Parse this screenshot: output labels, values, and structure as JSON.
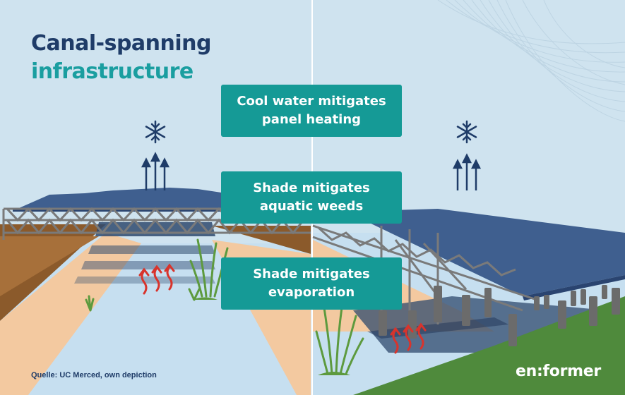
{
  "title": {
    "line1": "Canal-spanning",
    "line2": "infrastructure"
  },
  "labels": {
    "cool_line1": "Cool water mitigates",
    "cool_line2": "panel heating",
    "weeds_line1": "Shade mitigates",
    "weeds_line2": "aquatic weeds",
    "evap_line1": "Shade mitigates",
    "evap_line2": "evaporation"
  },
  "source": "Quelle: UC Merced, own depiction",
  "brand": "en:former",
  "icons": {
    "cooling": "snowflake-icon",
    "rising": "up-arrow-icon",
    "heat": "heat-wave-icon"
  },
  "colors": {
    "sky": "#cfe3ef",
    "water": "#c6dff0",
    "panel": "#3f5f8f",
    "label_box": "#159a96",
    "title_dark": "#1f3c68",
    "title_teal": "#1a9ea0",
    "grass": "#4f8a3c",
    "sand": "#f3c9a0",
    "heat": "#d8342c"
  }
}
